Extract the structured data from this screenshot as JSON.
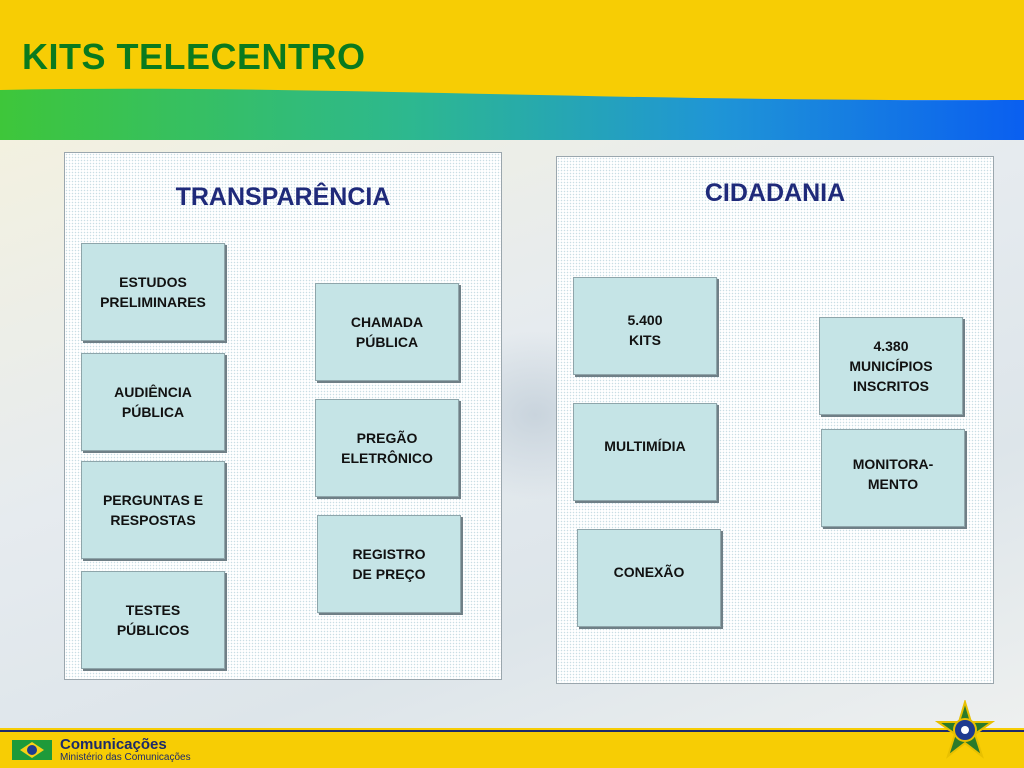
{
  "header": {
    "title": "KITS TELECENTRO"
  },
  "panels": {
    "transparencia": {
      "title": "TRANSPARÊNCIA",
      "left_boxes": [
        "ESTUDOS\nPRELIMINARES",
        "AUDIÊNCIA\nPÚBLICA",
        "PERGUNTAS E\nRESPOSTAS",
        "TESTES\nPÚBLICOS"
      ],
      "right_boxes": [
        "CHAMADA\nPÚBLICA",
        "PREGÃO\nELETRÔNICO",
        "REGISTRO\nDE PREÇO"
      ]
    },
    "cidadania": {
      "title": "CIDADANIA",
      "left_boxes": [
        "5.400\nKITS",
        "MULTIMÍDIA",
        "CONEXÃO"
      ],
      "right_boxes": [
        "4.380\nMUNICÍPIOS\nINSCRITOS",
        "MONITORA-\nMENTO"
      ]
    }
  },
  "footer": {
    "brand": "Comunicações",
    "subtitle": "Ministério das Comunicações"
  },
  "colors": {
    "header_yellow": "#f7cd04",
    "title_green": "#0a7a1e",
    "panel_title_blue": "#1f2a7a",
    "box_fill": "#c5e4e6"
  }
}
